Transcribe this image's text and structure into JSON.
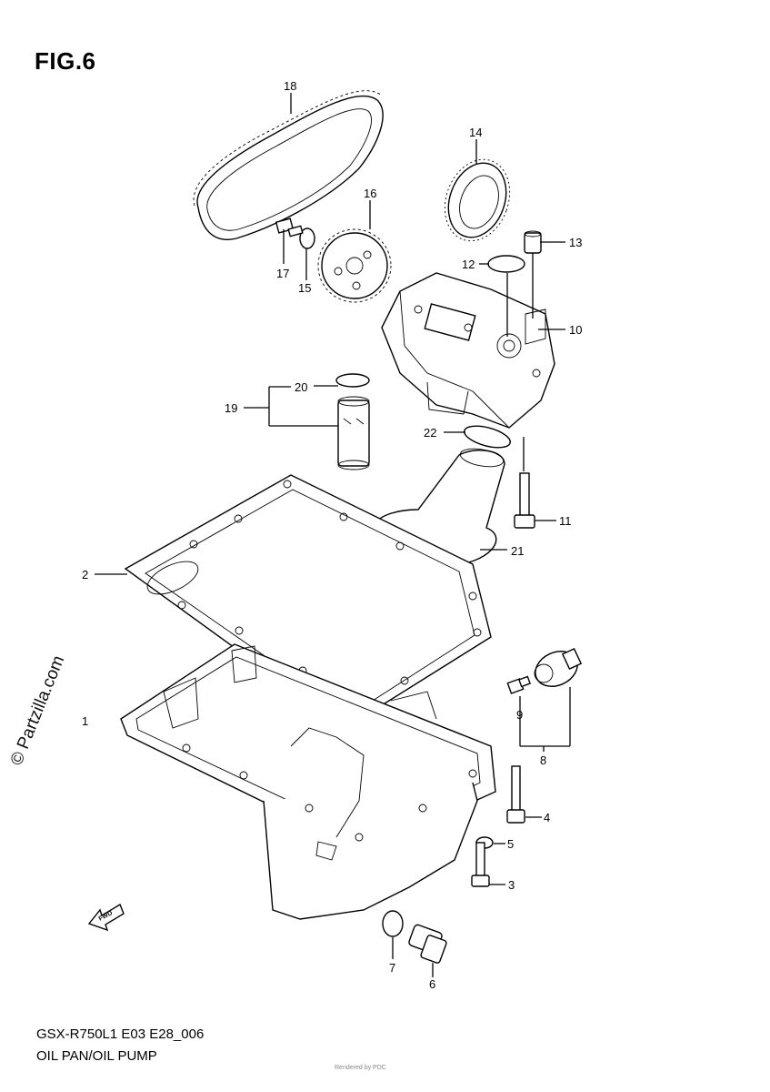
{
  "figure": {
    "title": "FIG.6",
    "model_code": "GSX-R750L1 E03 E28_006",
    "section_name": "OIL PAN/OIL PUMP",
    "watermark": "© Partzilla.com",
    "fine_print": "Rendered by PDC"
  },
  "callouts": {
    "c1": "1",
    "c2": "2",
    "c3": "3",
    "c4": "4",
    "c5": "5",
    "c6": "6",
    "c7": "7",
    "c8": "8",
    "c9": "9",
    "c10": "10",
    "c11": "11",
    "c12": "12",
    "c13": "13",
    "c14": "14",
    "c15": "15",
    "c16": "16",
    "c17": "17",
    "c18": "18",
    "c19": "19",
    "c20": "20",
    "c21": "21",
    "c22": "22"
  },
  "direction_marker": "FWD",
  "colors": {
    "line": "#000000",
    "background": "#ffffff"
  }
}
